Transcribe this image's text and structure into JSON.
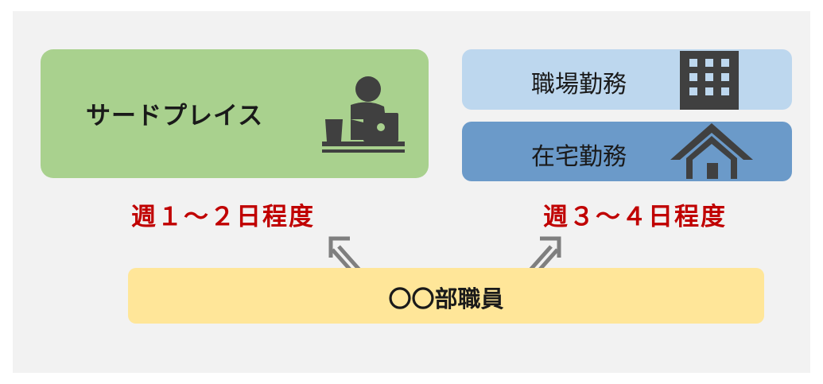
{
  "third_place": {
    "label": "サードプレイス",
    "frequency": "週１～２日程度"
  },
  "office_work": {
    "label": "職場勤務"
  },
  "home_work": {
    "label": "在宅勤務",
    "frequency": "週３～４日程度"
  },
  "staff": {
    "label": "〇〇部職員"
  },
  "icons": {
    "worker": "person-at-laptop-icon",
    "building": "office-building-icon",
    "house": "house-icon",
    "arrows": "double-arrow-icon"
  },
  "colors": {
    "third_place_bg": "#a9d18e",
    "office_bg": "#bdd7ee",
    "home_bg": "#6b9ac9",
    "staff_bg": "#ffe699",
    "frequency_text": "#c00000",
    "icon": "#404040",
    "arrow": "#7f7f7f"
  }
}
